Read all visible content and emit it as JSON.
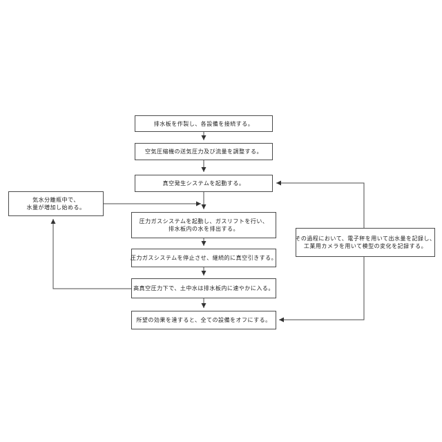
{
  "diagram": {
    "background_color": "#ffffff",
    "line_color": "#4a4a4a",
    "text_color": "#222222",
    "steps": {
      "step1": {
        "text": "排水板を作製し、各設備を接続する。"
      },
      "step2": {
        "text": "空気圧縮機の送気圧力及び流量を調整する。"
      },
      "step3": {
        "text": "真空発生システムを起動する。"
      },
      "step4": {
        "line1": "圧力ガスシステムを起動し、ガスリフトを行い、",
        "line2": "排水板内の水を排出する。"
      },
      "step5": {
        "text": "圧力ガスシステムを停止させ、継続的に真空引きする。"
      },
      "step6": {
        "text": "高真空圧力下で、土中水は排水板内に速やかに入る。"
      },
      "step7": {
        "text": "所望の効果を達すると、全ての設備をオフにする。"
      },
      "side_left": {
        "line1": "気水分離瓶中で、",
        "line2": "水量が増加し始める。"
      },
      "side_right": {
        "line1": "その過程において、電子秤を用いて出水量を記録し、",
        "line2": "工業用カメラを用いて模型の変化を記録する。"
      }
    },
    "connections": [
      "step1 -> step2",
      "step2 -> step3",
      "step3 -> step4",
      "side_left -> (step3->step4 line)",
      "step6 -> side_left",
      "step4 -> step5",
      "step5 -> step6",
      "step6 -> step7",
      "side_right -> step3",
      "side_right -> step7"
    ]
  }
}
